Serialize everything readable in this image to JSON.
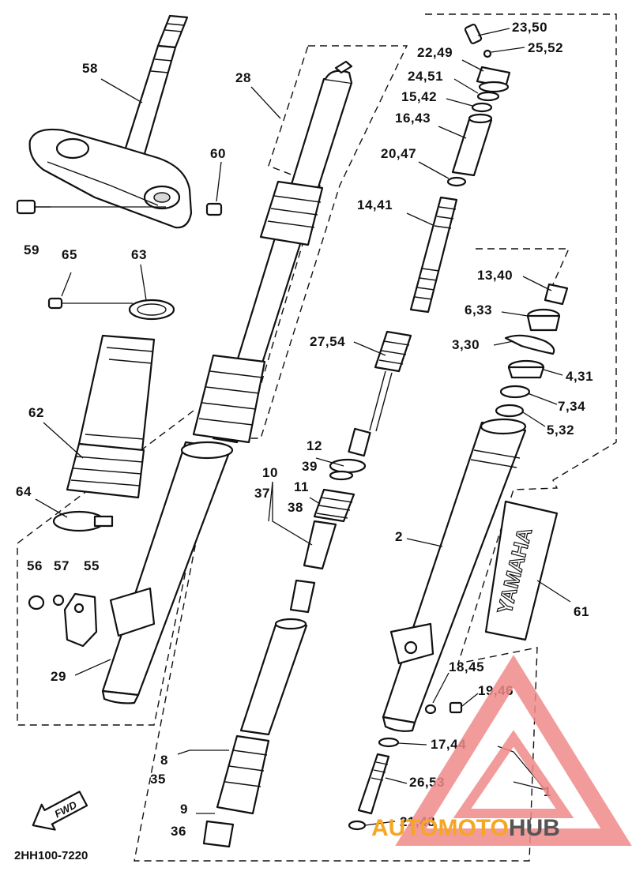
{
  "diagram": {
    "part_labels": [
      {
        "id": "58",
        "text": "58"
      },
      {
        "id": "60",
        "text": "60"
      },
      {
        "id": "59",
        "text": "59"
      },
      {
        "id": "65",
        "text": "65"
      },
      {
        "id": "63",
        "text": "63"
      },
      {
        "id": "62",
        "text": "62"
      },
      {
        "id": "64",
        "text": "64"
      },
      {
        "id": "56",
        "text": "56"
      },
      {
        "id": "57",
        "text": "57"
      },
      {
        "id": "55",
        "text": "55"
      },
      {
        "id": "29",
        "text": "29"
      },
      {
        "id": "28",
        "text": "28"
      },
      {
        "id": "8",
        "text": "8"
      },
      {
        "id": "35",
        "text": "35"
      },
      {
        "id": "9",
        "text": "9"
      },
      {
        "id": "36",
        "text": "36"
      },
      {
        "id": "12",
        "text": "12"
      },
      {
        "id": "39",
        "text": "39"
      },
      {
        "id": "10",
        "text": "10"
      },
      {
        "id": "37",
        "text": "37"
      },
      {
        "id": "11",
        "text": "11"
      },
      {
        "id": "38",
        "text": "38"
      },
      {
        "id": "27-54",
        "text": "27,54"
      },
      {
        "id": "23-50",
        "text": "23,50"
      },
      {
        "id": "25-52",
        "text": "25,52"
      },
      {
        "id": "22-49",
        "text": "22,49"
      },
      {
        "id": "24-51",
        "text": "24,51"
      },
      {
        "id": "15-42",
        "text": "15,42"
      },
      {
        "id": "16-43",
        "text": "16,43"
      },
      {
        "id": "20-47",
        "text": "20,47"
      },
      {
        "id": "14-41",
        "text": "14,41"
      },
      {
        "id": "13-40",
        "text": "13,40"
      },
      {
        "id": "6-33",
        "text": "6,33"
      },
      {
        "id": "3-30",
        "text": "3,30"
      },
      {
        "id": "4-31",
        "text": "4,31"
      },
      {
        "id": "7-34",
        "text": "7,34"
      },
      {
        "id": "5-32",
        "text": "5,32"
      },
      {
        "id": "2",
        "text": "2"
      },
      {
        "id": "61",
        "text": "61"
      },
      {
        "id": "18-45",
        "text": "18,45"
      },
      {
        "id": "19-46",
        "text": "19,46"
      },
      {
        "id": "17-44",
        "text": "17,44"
      },
      {
        "id": "26-53",
        "text": "26,53"
      },
      {
        "id": "1",
        "text": "1"
      },
      {
        "id": "21-48",
        "text": "21,48"
      }
    ],
    "decal_text": "YAMAHA",
    "fwd_text": "FWD",
    "drawing_code": "2HH100-7220"
  },
  "watermark": {
    "text_orange": "AUTOMOTO",
    "text_gray": "HUB",
    "colors": {
      "triangle": "#f08a8a",
      "orange": "#f5a623",
      "gray": "#555555"
    }
  }
}
